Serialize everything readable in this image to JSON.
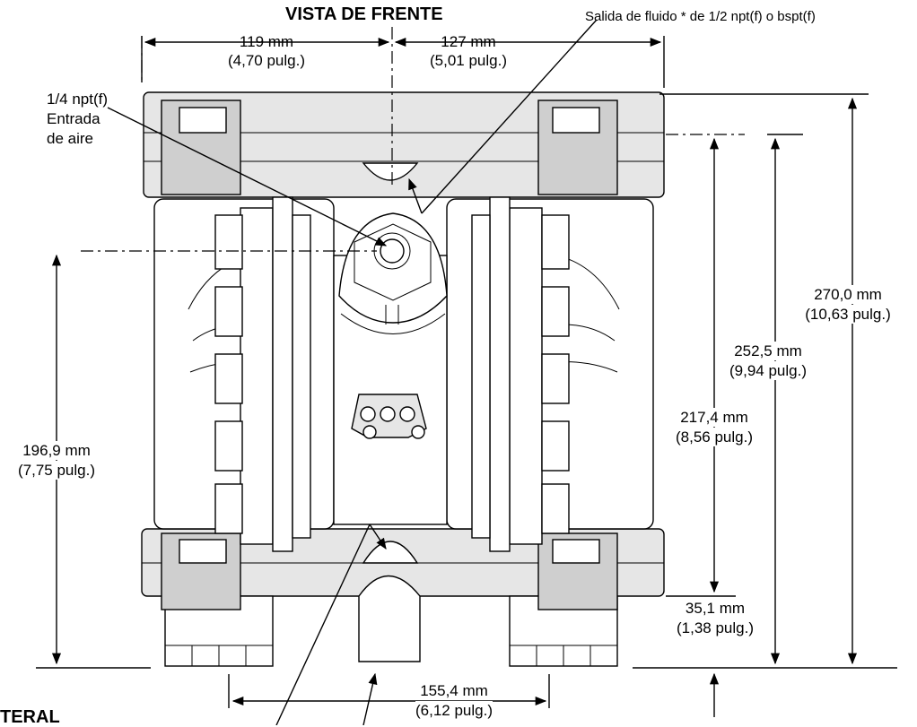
{
  "title": "VISTA DE FRENTE",
  "footer_title": "TERAL",
  "labels": {
    "fluid_outlet": "Salida de fluido * de 1/2 npt(f) o bspt(f)",
    "air_inlet_size": "1/4 npt(f)",
    "air_inlet_line1": "Entrada",
    "air_inlet_line2": "de aire"
  },
  "dimensions": {
    "left_width": {
      "mm": "119 mm",
      "in": "(4,70 pulg.)"
    },
    "right_width": {
      "mm": "127 mm",
      "in": "(5,01 pulg.)"
    },
    "total_height": {
      "mm": "270,0 mm",
      "in": "(10,63 pulg.)"
    },
    "outlet_height": {
      "mm": "252,5 mm",
      "in": "(9,94 pulg.)"
    },
    "manifold_height": {
      "mm": "217,4 mm",
      "in": "(8,56 pulg.)"
    },
    "air_inlet_height": {
      "mm": "196,9 mm",
      "in": "(7,75 pulg.)"
    },
    "inlet_height": {
      "mm": "35,1 mm",
      "in": "(1,38 pulg.)"
    },
    "foot_spacing": {
      "mm": "155,4 mm",
      "in": "(6,12 pulg.)"
    }
  }
}
